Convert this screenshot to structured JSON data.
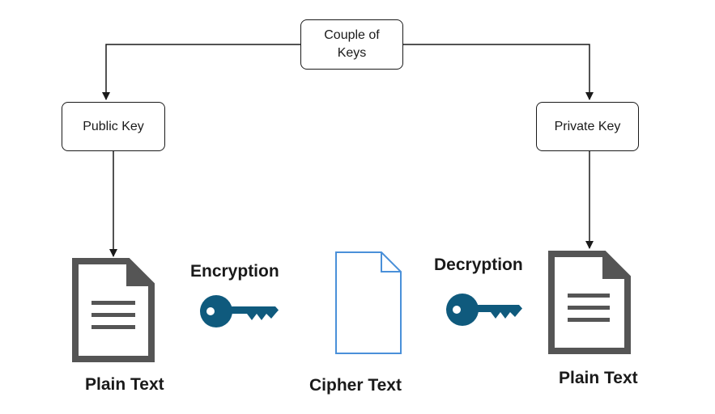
{
  "diagram": {
    "nodes": {
      "couple_of_keys": "Couple of Keys",
      "public_key": "Public Key",
      "private_key": "Private Key"
    },
    "labels": {
      "encryption": "Encryption",
      "decryption": "Decryption",
      "plain_text_left": "Plain Text",
      "cipher_text": "Cipher Text",
      "plain_text_right": "Plain Text"
    },
    "colors": {
      "document_dark": "#555555",
      "document_blue": "#4a90d9",
      "key": "#0f5a7d",
      "line": "#1a1a1a"
    },
    "icons": {
      "plain_document": "document-icon",
      "cipher_document": "document-outline-icon",
      "key": "key-icon"
    }
  }
}
